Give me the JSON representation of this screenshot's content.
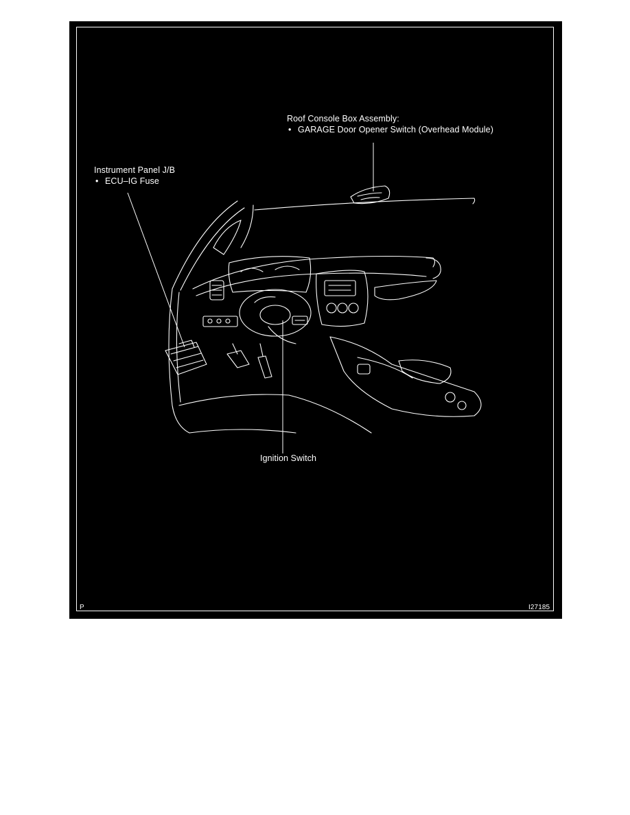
{
  "callouts": {
    "roof_console": {
      "title": "Roof Console Box Assembly:",
      "bullet": "•",
      "item": "GARAGE Door Opener Switch (Overhead Module)"
    },
    "instrument_panel": {
      "title": "Instrument Panel J/B",
      "bullet": "•",
      "item": "ECU–IG Fuse"
    },
    "ignition": {
      "title": "Ignition Switch"
    }
  },
  "corner_marks": {
    "bottom_left": "P",
    "bottom_right": "I27185"
  },
  "colors": {
    "background": "#000000",
    "linework": "#ffffff",
    "page": "#ffffff"
  }
}
